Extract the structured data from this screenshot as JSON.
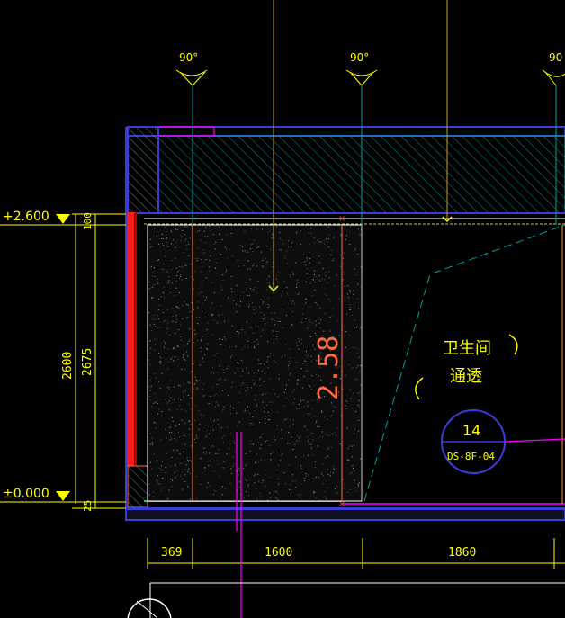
{
  "angle_markers": [
    "90°",
    "90°",
    "90"
  ],
  "elevations": {
    "top": "+2.600",
    "bottom": "±0.000"
  },
  "vertical_dims": {
    "top_offset": "100",
    "bottom_offset": "25",
    "inner_height": "2675",
    "overall_height": "2600"
  },
  "horizontal_dims": [
    "369",
    "1600",
    "1860"
  ],
  "panel_height_label": "2.58",
  "room": {
    "name": "卫生间",
    "note": "通透"
  },
  "detail_callout": {
    "number": "14",
    "reference": "DS-8F-04"
  },
  "colors": {
    "background": "#000000",
    "dimension": "#ffff00",
    "wall_hatch": "#00a0a0",
    "frame_blue": "#3b3bd6",
    "red_wall": "#ff1a1a",
    "panel_label": "#ff6a3d",
    "leader_orange": "#d09a2a",
    "magenta": "#ff00ff",
    "green_line": "#22c55e"
  }
}
